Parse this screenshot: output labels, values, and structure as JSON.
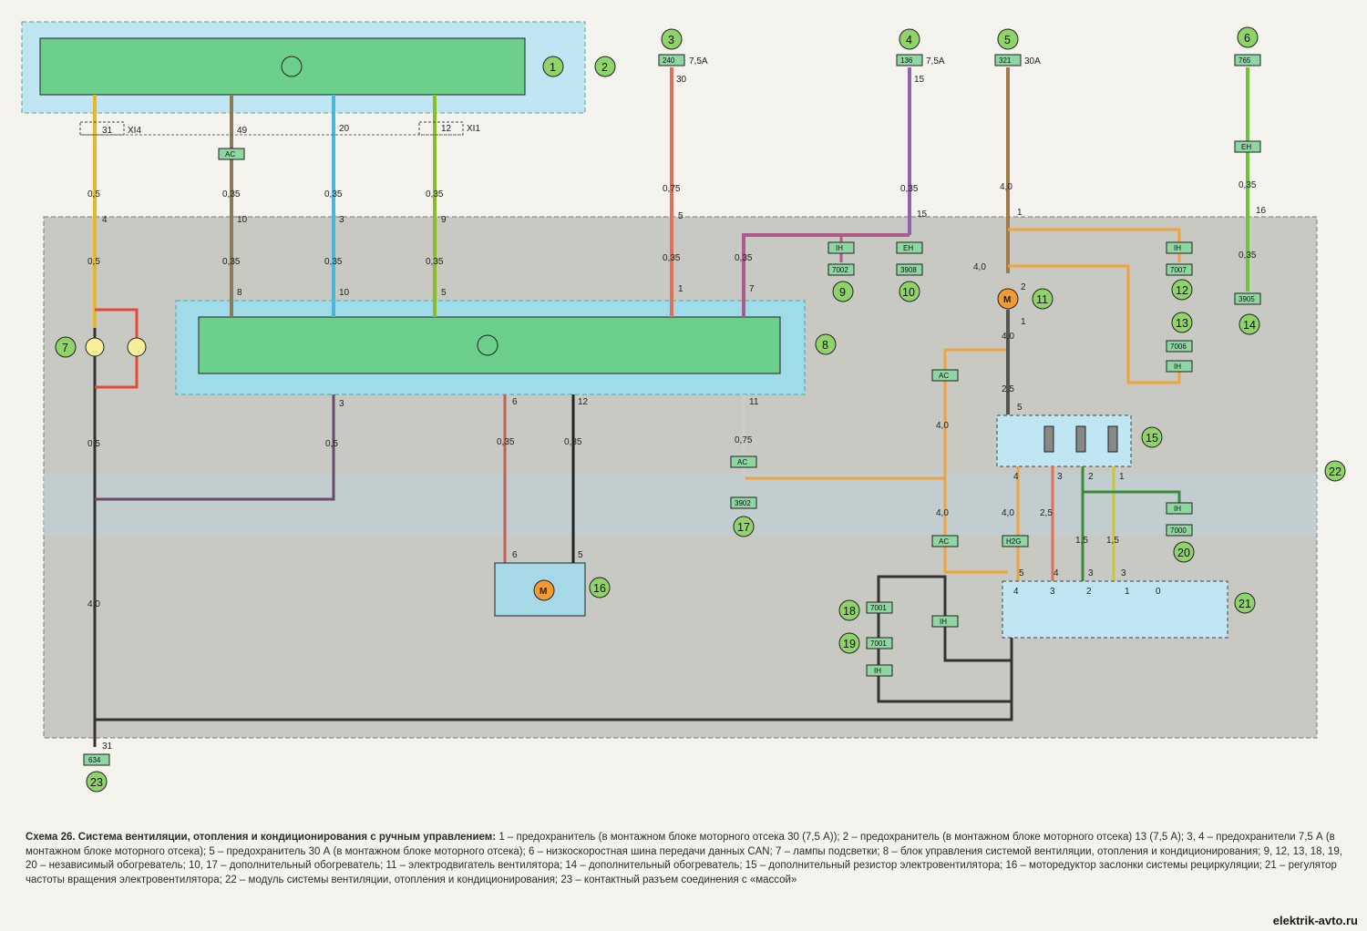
{
  "caption": {
    "title": "Схема 26. Система вентиляции, отопления и кондиционирования с ручным управлением:",
    "body": "1 – предохранитель (в монтажном блоке моторного отсека 30 (7,5 А)); 2 – предохранитель (в монтажном блоке моторного отсека) 13 (7,5 А); 3, 4 – предохранители 7,5 А (в монтажном блоке моторного отсека); 5 – предохранитель 30 А (в монтажном блоке моторного отсека); 6 – низкоскоростная шина передачи данных CAN; 7 – лампы подсветки; 8 – блок управления системой вентиляции, отопления и кондиционирования; 9, 12, 13, 18, 19, 20 – независимый обогреватель; 10, 17 – дополнительный обогреватель; 11 – электродвигатель вентилятора; 14 – дополнительный обогреватель; 15 – дополнительный резистор электровентилятора; 16 – моторедуктор заслонки системы рециркуляции; 21 – регулятор частоты вращения электровентилятора; 22 – модуль системы вентиляции, отопления и кондиционирования; 23 – контактный разъем соединения с «массой»"
  },
  "watermark": "elektrik-avto.ru",
  "callouts": [
    "1",
    "2",
    "3",
    "4",
    "5",
    "6",
    "7",
    "8",
    "9",
    "10",
    "11",
    "12",
    "13",
    "14",
    "15",
    "16",
    "17",
    "18",
    "19",
    "20",
    "21",
    "22",
    "23"
  ],
  "fuses": [
    {
      "code": "240",
      "rating": "7,5А",
      "pin": "30"
    },
    {
      "code": "136",
      "rating": "7,5А",
      "pin": "15"
    },
    {
      "code": "321",
      "rating": "30А",
      "pin": ""
    },
    {
      "code": "765",
      "rating": "",
      "pin": ""
    }
  ],
  "connector_tags": {
    "ac": "AC",
    "ih": "IH",
    "eh": "EH",
    "h2g": "H2G",
    "c7002": "7002",
    "c3908": "3908",
    "c7007": "7007",
    "c7006": "7006",
    "c3905": "3905",
    "c3902": "3902",
    "c7000": "7000",
    "c7001": "7001",
    "c634": "634"
  },
  "wire_labels": {
    "pin31": "31",
    "x14": "XI4",
    "pin49": "49",
    "pin20": "20",
    "pin12": "12",
    "x11": "XI1",
    "s05": "0,5",
    "s035": "0,35",
    "s075": "0,75",
    "s40": "4,0",
    "s25": "2,5",
    "s15": "1,5",
    "p4": "4",
    "p10": "10",
    "p3": "3",
    "p9": "9",
    "p5": "5",
    "p15": "15",
    "p1": "1",
    "p16": "16",
    "p8": "8",
    "p7": "7",
    "p2": "2",
    "p6": "6",
    "p11": "11",
    "p0": "0",
    "m": "M"
  }
}
